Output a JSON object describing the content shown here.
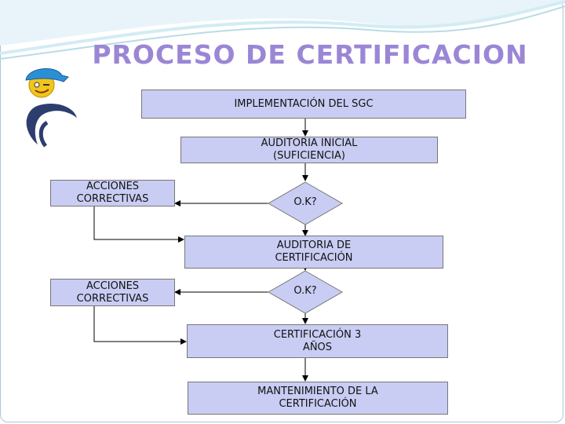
{
  "title": "PROCESO DE CERTIFICACION",
  "boxes": {
    "implementacion": "IMPLEMENTACIÓN DEL SGC",
    "auditoria_inicial": "AUDITORIA INICIAL (SUFICIENCIA)",
    "acciones_1": "ACCIONES CORRECTIVAS",
    "ok_1": "O.K?",
    "auditoria_cert": "AUDITORIA DE CERTIFICACIÓN",
    "acciones_2": "ACCIONES CORRECTIVAS",
    "ok_2": "O.K?",
    "certificacion": "CERTIFICACIÓN 3 AÑOS",
    "mantenimiento": "MANTENIMIENTO DE LA CERTIFICACIÓN"
  },
  "colors": {
    "box_fill": "#c9cdf3",
    "title": "#9b86d6"
  }
}
